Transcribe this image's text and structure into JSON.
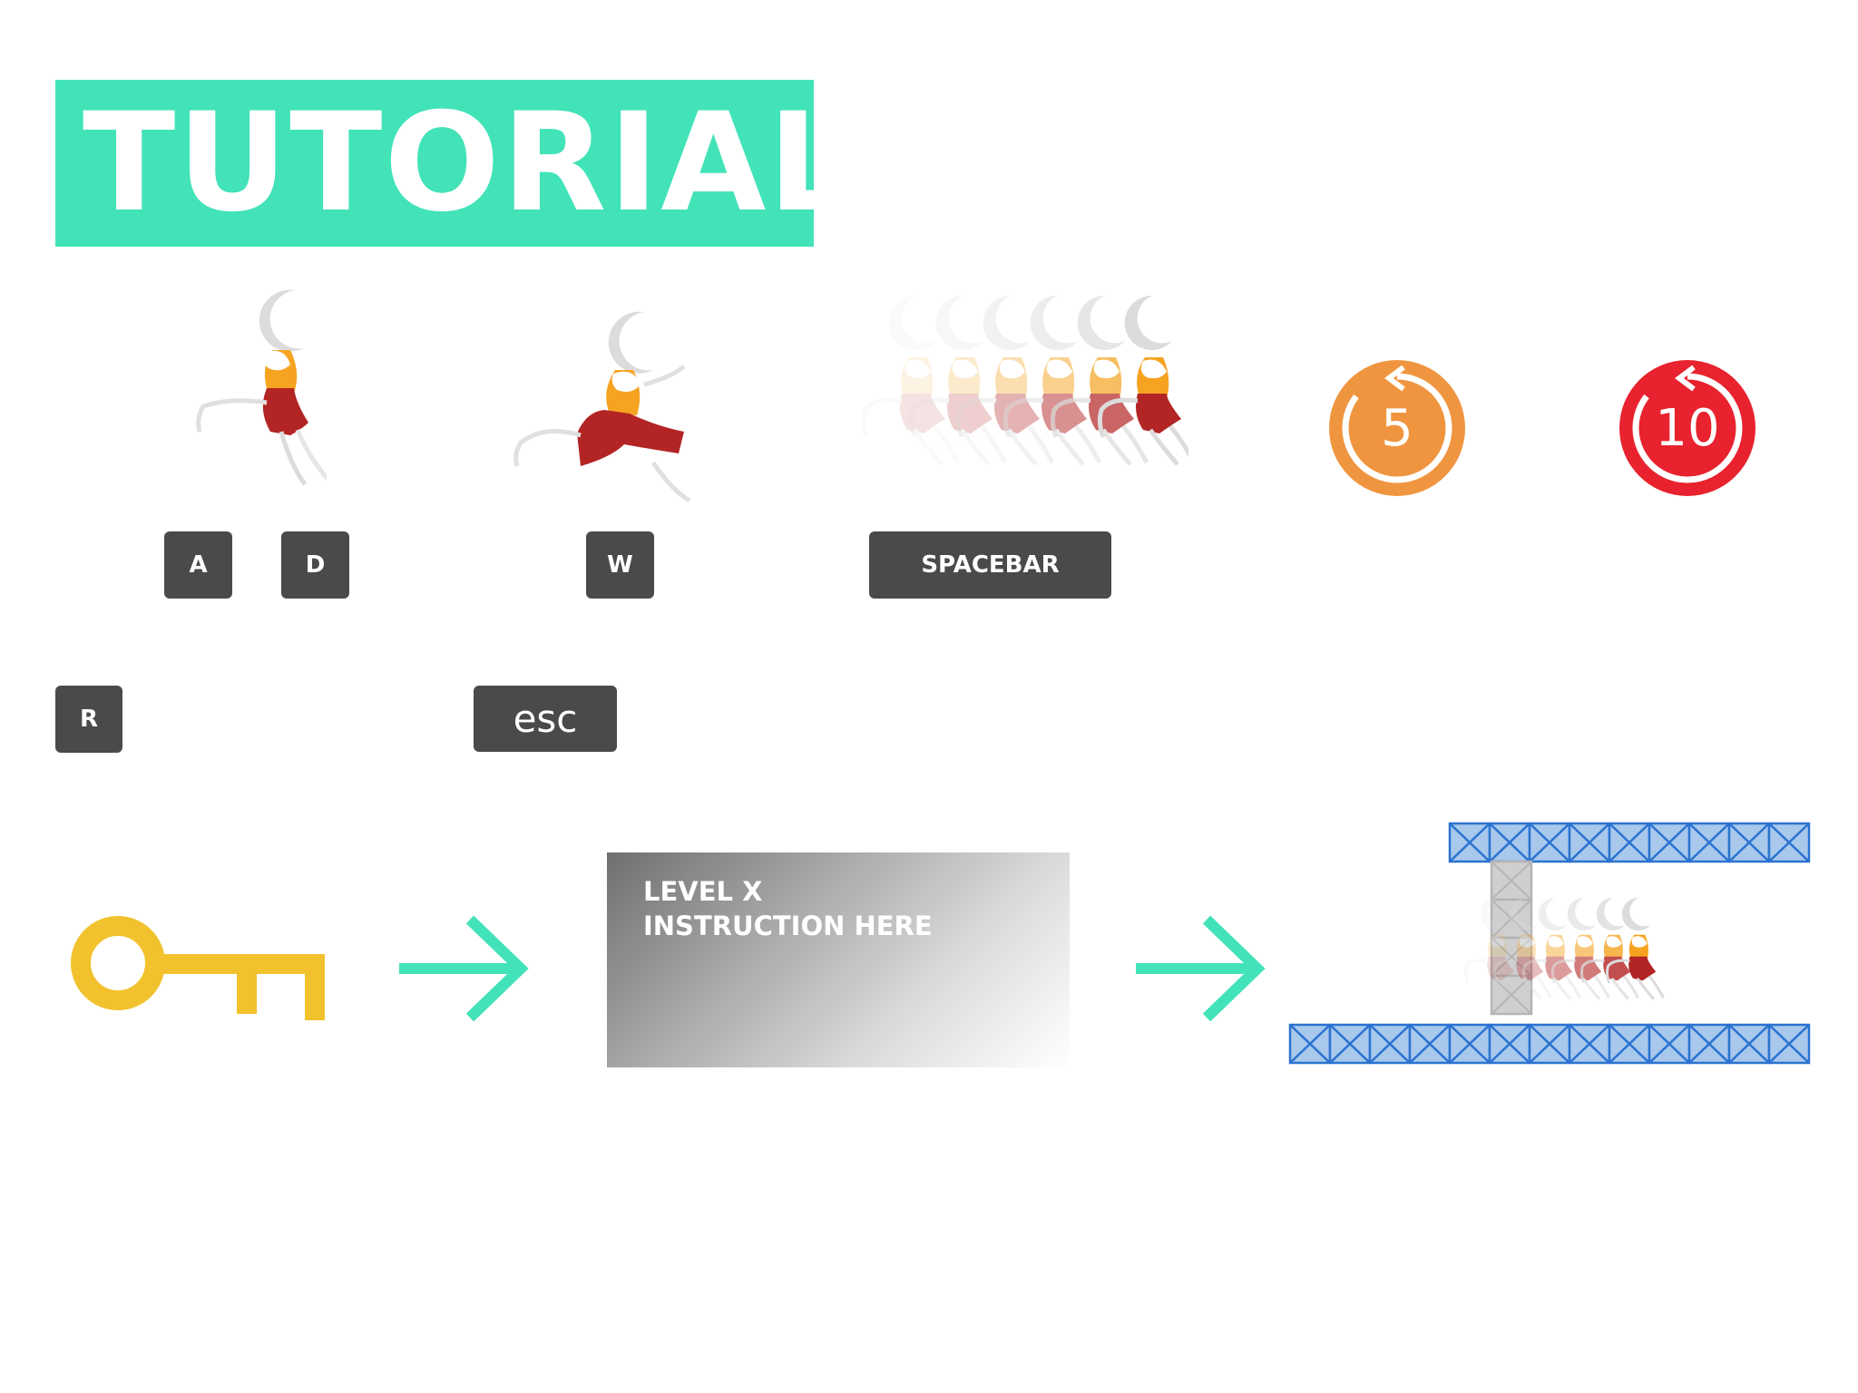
{
  "title": "TUTORIAL",
  "colors": {
    "accent": "#42e3b8",
    "key_bg": "#4a4a4a",
    "timer_5": "#f0953f",
    "timer_10": "#e8222e",
    "key_icon": "#f2c22e",
    "platform_blue": "#a8c8ec",
    "platform_outline": "#2a73d0",
    "ladder_grey": "#cfcfcf"
  },
  "controls": {
    "move": {
      "keys": [
        "A",
        "D"
      ],
      "sprite": "walk-runner"
    },
    "jump": {
      "keys": [
        "W"
      ],
      "sprite": "jump-runner"
    },
    "rewind": {
      "keys": [
        "SPACEBAR"
      ],
      "sprite": "rewind-runner-trail"
    },
    "restart": {
      "keys": [
        "R"
      ]
    },
    "menu": {
      "keys": [
        "esc"
      ]
    }
  },
  "timers": [
    {
      "value": "5",
      "icon": "rewind-timer-icon"
    },
    {
      "value": "10",
      "icon": "rewind-timer-icon"
    }
  ],
  "flow": {
    "item_icon": "key-icon",
    "arrow_icon": "arrow-right-icon",
    "instruction": "LEVEL X\nINSTRUCTION HERE"
  }
}
